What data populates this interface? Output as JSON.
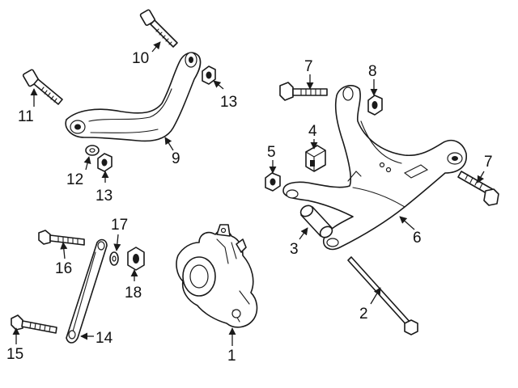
{
  "callouts": [
    {
      "number": "1",
      "part": "knuckle"
    },
    {
      "number": "2",
      "part": "long-bolt"
    },
    {
      "number": "3",
      "part": "bushing"
    },
    {
      "number": "4",
      "part": "bushing-small"
    },
    {
      "number": "5",
      "part": "nut"
    },
    {
      "number": "6",
      "part": "lower-control-arm"
    },
    {
      "number": "7",
      "part": "bolt"
    },
    {
      "number": "7",
      "part": "bolt"
    },
    {
      "number": "8",
      "part": "nut"
    },
    {
      "number": "9",
      "part": "upper-control-arm"
    },
    {
      "number": "10",
      "part": "bolt"
    },
    {
      "number": "11",
      "part": "bolt"
    },
    {
      "number": "12",
      "part": "washer"
    },
    {
      "number": "13",
      "part": "nut"
    },
    {
      "number": "13",
      "part": "nut"
    },
    {
      "number": "14",
      "part": "trailing-link"
    },
    {
      "number": "15",
      "part": "bolt"
    },
    {
      "number": "16",
      "part": "bolt"
    },
    {
      "number": "17",
      "part": "washer"
    },
    {
      "number": "18",
      "part": "nut"
    }
  ],
  "colors": {
    "line": "#1a1a1a",
    "background": "#ffffff"
  }
}
